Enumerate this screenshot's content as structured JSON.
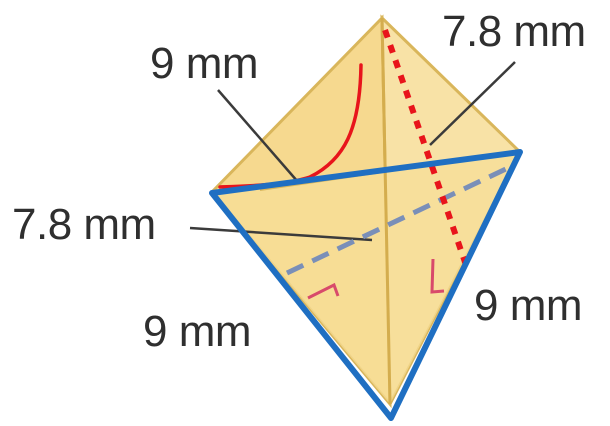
{
  "labels": {
    "top_left": "9 mm",
    "top_right": "7.8 mm",
    "mid_left": "7.8 mm",
    "bottom_left": "9 mm",
    "bottom_right": "9 mm"
  },
  "colors": {
    "solid_fill": "#f7dd97",
    "solid_fill_light": "#fbe8b2",
    "solid_edge": "#d9b65b",
    "highlight_blue": "#1f6fc2",
    "dashed_blue": "#7a8fb8",
    "red_marks": "#e8141b",
    "right_angle_pink": "#d84a6b",
    "leader_line": "#3b3b3b"
  }
}
